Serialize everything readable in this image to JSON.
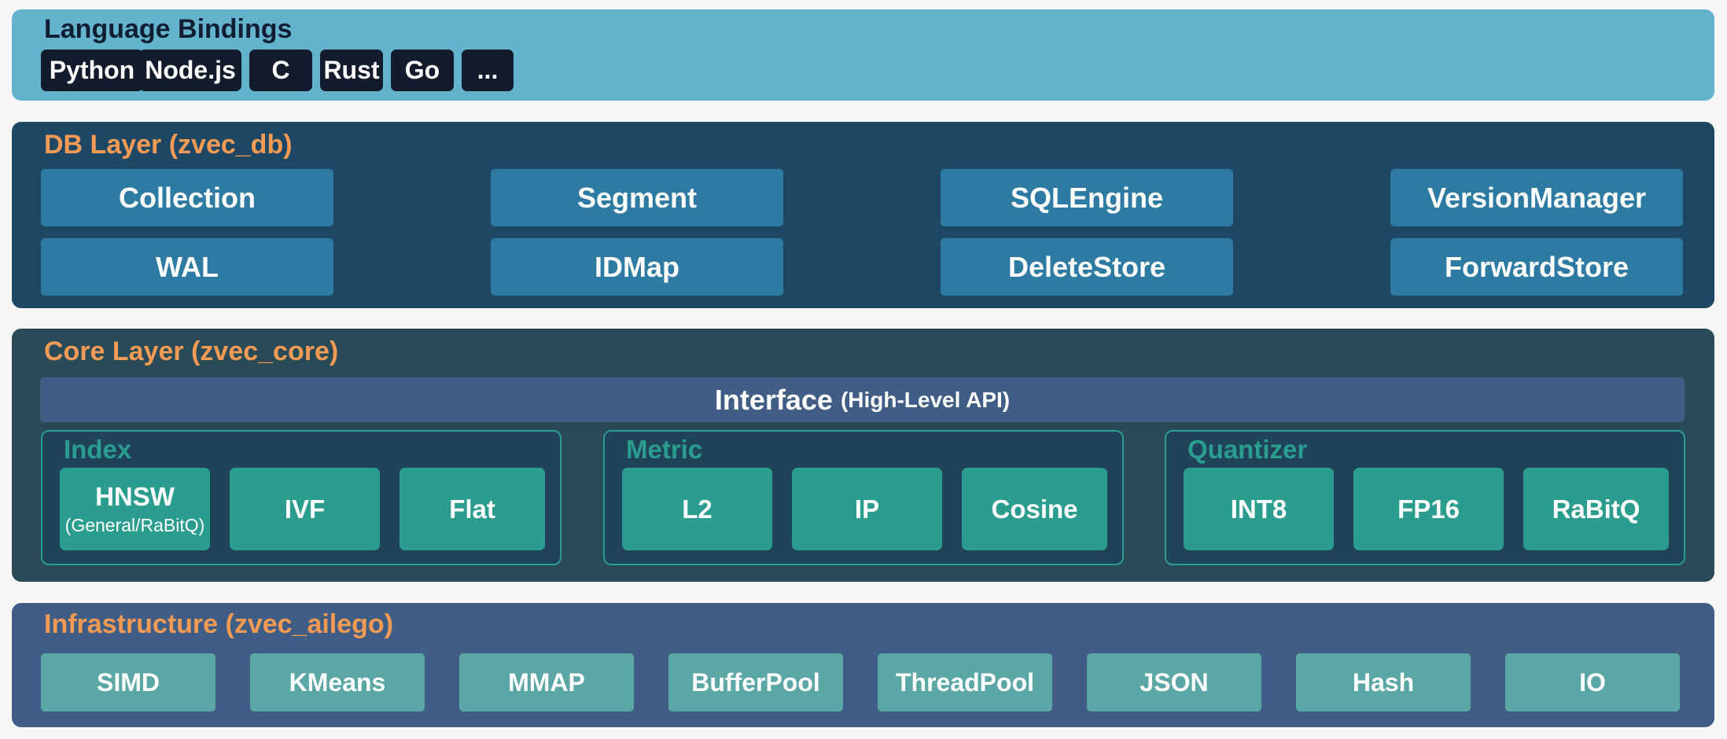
{
  "language_bindings": {
    "title": "Language Bindings",
    "items": [
      "Python",
      "Node.js",
      "C",
      "Rust",
      "Go",
      "..."
    ]
  },
  "db_layer": {
    "title": "DB Layer (zvec_db)",
    "components": [
      "Collection",
      "Segment",
      "SQLEngine",
      "VersionManager",
      "WAL",
      "IDMap",
      "DeleteStore",
      "ForwardStore"
    ]
  },
  "core_layer": {
    "title": "Core Layer (zvec_core)",
    "interface": {
      "label": "Interface",
      "note": "(High-Level API)"
    },
    "groups": [
      {
        "title": "Index",
        "items": [
          {
            "label": "HNSW",
            "note": "(General/RaBitQ)"
          },
          {
            "label": "IVF",
            "note": ""
          },
          {
            "label": "Flat",
            "note": ""
          }
        ]
      },
      {
        "title": "Metric",
        "items": [
          {
            "label": "L2",
            "note": ""
          },
          {
            "label": "IP",
            "note": ""
          },
          {
            "label": "Cosine",
            "note": ""
          }
        ]
      },
      {
        "title": "Quantizer",
        "items": [
          {
            "label": "INT8",
            "note": ""
          },
          {
            "label": "FP16",
            "note": ""
          },
          {
            "label": "RaBitQ",
            "note": ""
          }
        ]
      }
    ]
  },
  "infrastructure": {
    "title": "Infrastructure (zvec_ailego)",
    "items": [
      "SIMD",
      "KMeans",
      "MMAP",
      "BufferPool",
      "ThreadPool",
      "JSON",
      "Hash",
      "IO"
    ]
  },
  "colors": {
    "page_background": "#f6f6f6",
    "language_layer": "#62b3cb",
    "language_button": "#121c2c",
    "db_layer": "#1d4764",
    "db_box": "#2d7aa3",
    "core_layer": "#294a57",
    "interface_bar": "#3f5d85",
    "core_group_accent": "#2a9d8e",
    "infrastructure_layer": "#3f5d85",
    "infrastructure_box": "#5aa7a6",
    "layer_title_orange": "#f39a55"
  }
}
